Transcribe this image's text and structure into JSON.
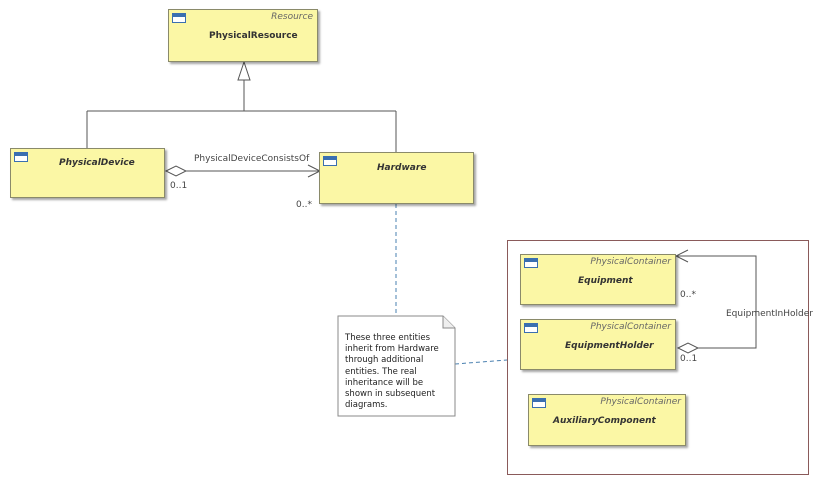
{
  "classes": {
    "physical_resource": {
      "name": "PhysicalResource",
      "stereotype": "Resource"
    },
    "physical_device": {
      "name": "PhysicalDevice"
    },
    "hardware": {
      "name": "Hardware"
    },
    "equipment": {
      "name": "Equipment",
      "stereotype": "PhysicalContainer"
    },
    "equipment_holder": {
      "name": "EquipmentHolder",
      "stereotype": "PhysicalContainer"
    },
    "auxiliary_component": {
      "name": "AuxiliaryComponent",
      "stereotype": "PhysicalContainer"
    }
  },
  "associations": {
    "physical_device_consists_of": {
      "label": "PhysicalDeviceConsistsOf",
      "source_multiplicity": "0..1",
      "target_multiplicity": "0..*"
    },
    "equipment_in_holder": {
      "label": "EquipmentInHolder",
      "target_multiplicity": "0..*",
      "source_multiplicity": "0..1"
    }
  },
  "note": {
    "text": "These three entities inherit from Hardware through additional entities.   The real inheritance will be shown in subsequent diagrams."
  },
  "colors": {
    "class_fill": "#fbf7a5",
    "class_border": "#8a8a6a",
    "line": "#555555",
    "frame_border": "#8a5a5a",
    "dashed_line": "#4a80b0",
    "icon": "#3a6fb0"
  }
}
